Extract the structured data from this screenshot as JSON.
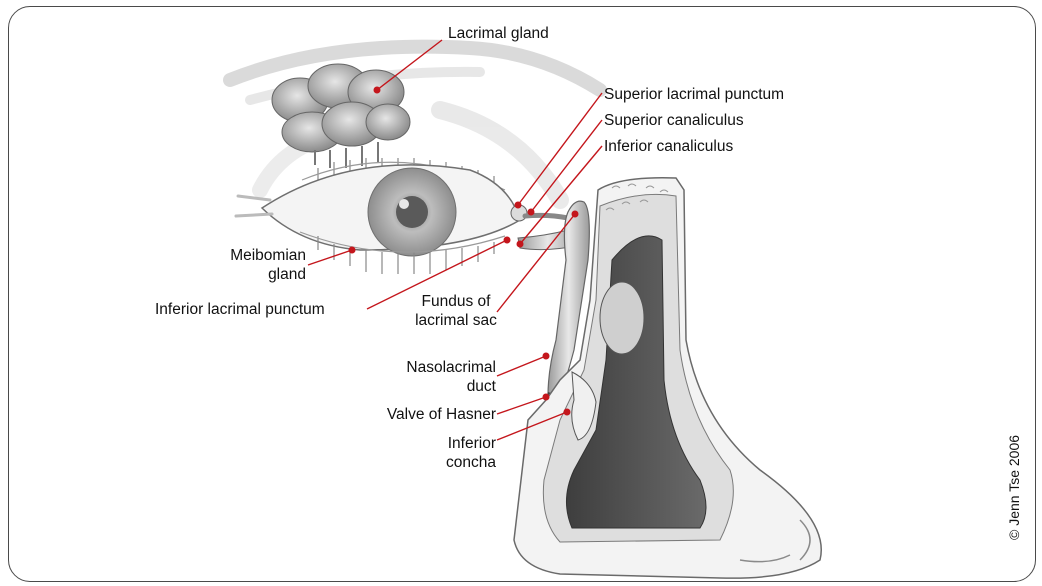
{
  "labels": {
    "lacrimal_gland": "Lacrimal gland",
    "superior_lacrimal_punctum": "Superior lacrimal punctum",
    "superior_canaliculus": "Superior canaliculus",
    "inferior_canaliculus": "Inferior canaliculus",
    "meibomian_gland_line1": "Meibomian",
    "meibomian_gland_line2": "gland",
    "inferior_lacrimal_punctum": "Inferior lacrimal punctum",
    "fundus_line1": "Fundus of",
    "fundus_line2": "lacrimal sac",
    "nasolacrimal_line1": "Nasolacrimal",
    "nasolacrimal_line2": "duct",
    "valve_of_hasner": "Valve of Hasner",
    "inferior_concha_line1": "Inferior",
    "inferior_concha_line2": "concha"
  },
  "credit": "© Jenn Tse 2006",
  "colors": {
    "leader_line": "#c4161c",
    "frame_border": "#4a4a4a",
    "tissue_dark": "#5a5a5a"
  }
}
